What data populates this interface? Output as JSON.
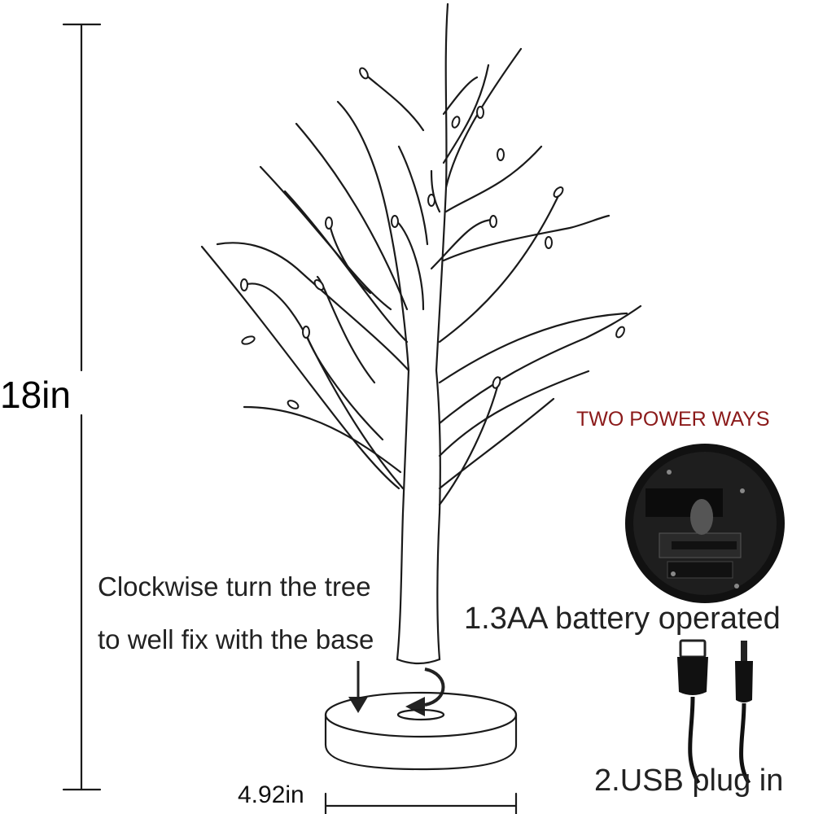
{
  "dimensions": {
    "height": "18in",
    "width": "4.92in"
  },
  "instruction": {
    "line1": "Clockwise turn the tree",
    "line2": "to well fix with the base"
  },
  "power": {
    "title": "TWO POWER WAYS",
    "title_color": "#8b1a1a",
    "option1": "1.3AA battery operated",
    "option2": "2.USB plug in"
  },
  "icons": [
    "height-dimension-icon",
    "width-dimension-icon",
    "down-arrow-icon",
    "clockwise-arrow-icon",
    "battery-box-icon",
    "usb-plug-icon",
    "dc-plug-icon"
  ]
}
